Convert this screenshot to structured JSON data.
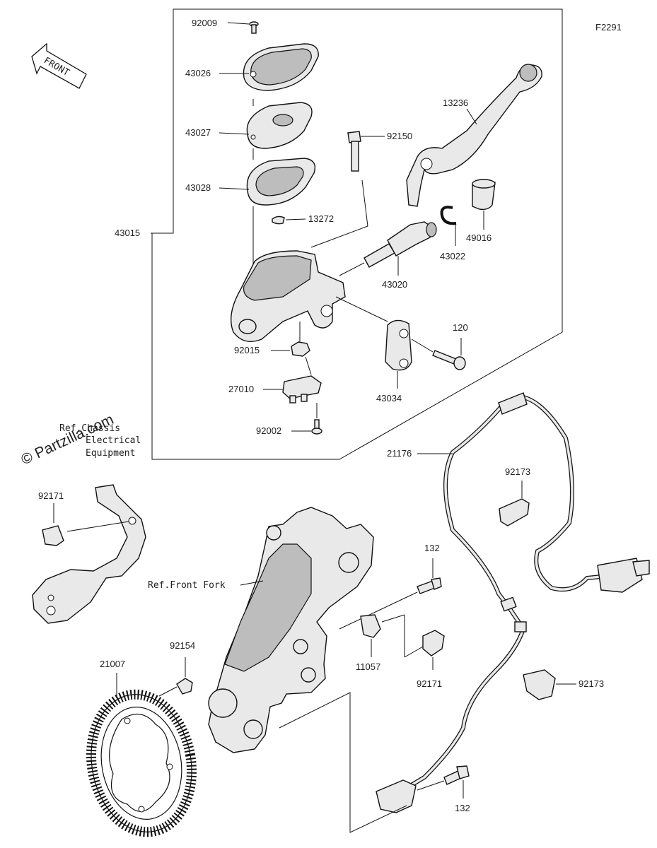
{
  "diagram_code": "F2291",
  "watermark": "© Partzilla.com",
  "front_arrow_label": "FRONT",
  "refs": {
    "chassis_line1": "Ref.Chassis",
    "chassis_line2": "Electrical",
    "chassis_line3": "Equipment",
    "front_fork": "Ref.Front Fork"
  },
  "part_numbers": {
    "p92009": "92009",
    "p43026": "43026",
    "p43027": "43027",
    "p43028": "43028",
    "p13272": "13272",
    "p43015": "43015",
    "p92150": "92150",
    "p13236": "13236",
    "p49016": "49016",
    "p43022": "43022",
    "p43020": "43020",
    "p120": "120",
    "p92015": "92015",
    "p27010": "27010",
    "p43034": "43034",
    "p92002": "92002",
    "p21176": "21176",
    "p92173a": "92173",
    "p92173b": "92173",
    "p92171a": "92171",
    "p92171b": "92171",
    "p132a": "132",
    "p132b": "132",
    "p11057": "11057",
    "p92154": "92154",
    "p21007": "21007"
  },
  "icons": [
    "front-arrow-icon"
  ]
}
